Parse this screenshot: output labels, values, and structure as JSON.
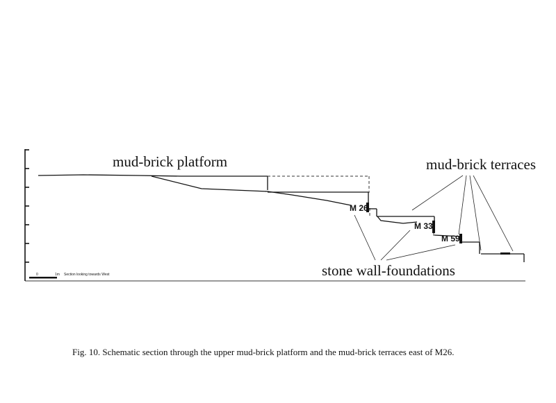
{
  "labels": {
    "platform": "mud-brick platform",
    "terraces": "mud-brick terraces",
    "foundations": "stone wall-foundations",
    "wall_1": "M 26",
    "wall_2": "M 33",
    "wall_3": "M 59"
  },
  "scale": {
    "zero": "0",
    "one_metre": "1m",
    "note": "Section looking towards West"
  },
  "caption": "Fig. 10. Schematic section through the upper mud-brick platform and the mud-brick terraces east of M26.",
  "colors": {
    "ink": "#111111",
    "paper": "#ffffff"
  }
}
